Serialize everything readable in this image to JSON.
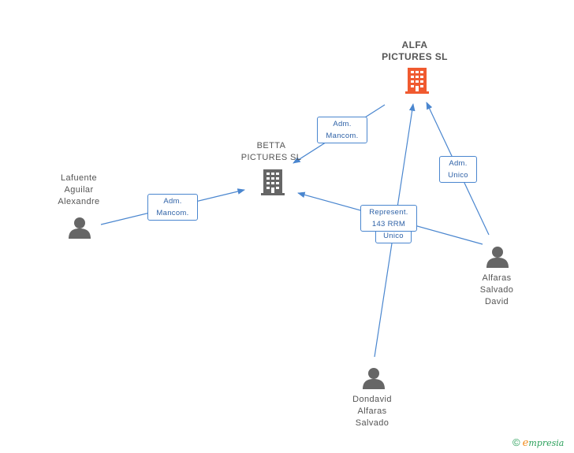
{
  "nodes": {
    "alfa": {
      "lines": [
        "ALFA",
        "PICTURES SL"
      ],
      "color": "#f05a30",
      "icon": "building-icon"
    },
    "betta": {
      "lines": [
        "BETTA",
        "PICTURES SL"
      ],
      "color": "#666666",
      "icon": "building-icon"
    },
    "lafuente": {
      "lines": [
        "Lafuente",
        "Aguilar",
        "Alexandre"
      ],
      "icon": "person-icon"
    },
    "alfaras_david": {
      "lines": [
        "Alfaras",
        "Salvado",
        "David"
      ],
      "icon": "person-icon"
    },
    "dondavid": {
      "lines": [
        "Dondavid",
        "Alfaras",
        "Salvado"
      ],
      "icon": "person-icon"
    }
  },
  "edges": [
    {
      "from": "ALFA PICTURES SL",
      "to": "BETTA PICTURES SL",
      "label": [
        "Adm.",
        "Mancom."
      ]
    },
    {
      "from": "Lafuente Aguilar Alexandre",
      "to": "BETTA PICTURES SL",
      "label": [
        "Adm.",
        "Mancom."
      ]
    },
    {
      "from": "Alfaras Salvado David",
      "to": "ALFA PICTURES SL",
      "label": [
        "Adm.",
        "Unico"
      ]
    },
    {
      "from": "Alfaras Salvado David",
      "to": "BETTA PICTURES SL",
      "label": [
        "Represent.",
        "143 RRM"
      ]
    },
    {
      "from": "Dondavid Alfaras Salvado",
      "to": "ALFA PICTURES SL",
      "label": [
        "Unico"
      ]
    }
  ],
  "colors": {
    "edge": "#4a86cf",
    "person": "#666666"
  },
  "brand": {
    "copyright": "©",
    "e": "e",
    "rest": "mpresia"
  }
}
